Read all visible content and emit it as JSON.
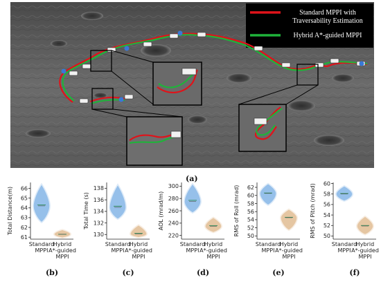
{
  "scene": {
    "legend": [
      {
        "line1": "Standard MPPI with",
        "line2": "Traversability Estimation",
        "color": "#e0131a"
      },
      {
        "line1": "Hybrid A*-guided MPPI",
        "line2": "",
        "color": "#1fb33a"
      }
    ],
    "caption": "(a)"
  },
  "chart_data": [
    {
      "type": "violin",
      "caption": "(b)",
      "ylabel": "Total Distance(m)",
      "categories": [
        "Standard\nMPPI",
        "Hybrid\nA*-guided\nMPPI"
      ],
      "yticks": [
        61,
        62,
        63,
        64,
        65,
        66
      ],
      "ylim": [
        60.8,
        66.6
      ],
      "series": [
        {
          "label": "Standard MPPI",
          "min": 62.6,
          "max": 66.3,
          "mean": 64.3,
          "median": 64.2,
          "color": "#7fb2e6"
        },
        {
          "label": "Hybrid A*-guided MPPI",
          "min": 61.0,
          "max": 61.7,
          "mean": 61.3,
          "median": 61.3,
          "color": "#e0b98d"
        }
      ]
    },
    {
      "type": "violin",
      "caption": "(c)",
      "ylabel": "Total Time (s)",
      "categories": [
        "Standard\nMPPI",
        "Hybrid\nA*-guided\nMPPI"
      ],
      "yticks": [
        130,
        132,
        134,
        136,
        138
      ],
      "ylim": [
        129.2,
        139.0
      ],
      "series": [
        {
          "label": "Standard MPPI",
          "min": 132.8,
          "max": 138.4,
          "mean": 134.9,
          "median": 134.7,
          "color": "#7fb2e6"
        },
        {
          "label": "Hybrid A*-guided MPPI",
          "min": 129.6,
          "max": 131.5,
          "mean": 130.2,
          "median": 130.1,
          "color": "#e0b98d"
        }
      ]
    },
    {
      "type": "violin",
      "caption": "(d)",
      "ylabel": "AOL (mrad/m)",
      "categories": [
        "Standard\nMPPI",
        "Hybrid\nA*-guided\nMPPI"
      ],
      "yticks": [
        220,
        240,
        260,
        280,
        300
      ],
      "ylim": [
        214,
        306
      ],
      "series": [
        {
          "label": "Standard MPPI",
          "min": 258,
          "max": 302,
          "mean": 277,
          "median": 275,
          "color": "#7fb2e6"
        },
        {
          "label": "Hybrid A*-guided MPPI",
          "min": 226,
          "max": 248,
          "mean": 236,
          "median": 235,
          "color": "#e0b98d"
        }
      ]
    },
    {
      "type": "violin",
      "caption": "(e)",
      "ylabel": "RMS of Roll (mrad)",
      "categories": [
        "Standard\nMPPI",
        "Hybrid\nA*-guided\nMPPI"
      ],
      "yticks": [
        50,
        52,
        54,
        56,
        58,
        60,
        62
      ],
      "ylim": [
        49.2,
        63.2
      ],
      "series": [
        {
          "label": "Standard MPPI",
          "min": 57.8,
          "max": 62.7,
          "mean": 60.6,
          "median": 60.5,
          "color": "#7fb2e6"
        },
        {
          "label": "Hybrid A*-guided MPPI",
          "min": 51.6,
          "max": 56.4,
          "mean": 54.6,
          "median": 54.5,
          "color": "#e0b98d"
        }
      ]
    },
    {
      "type": "violin",
      "caption": "(f)",
      "ylabel": "RMS of Pitch (mrad)",
      "categories": [
        "Standard\nMPPI",
        "Hybrid\nA*-guided\nMPPI"
      ],
      "yticks": [
        50,
        52,
        54,
        56,
        58,
        60
      ],
      "ylim": [
        49.4,
        60.2
      ],
      "series": [
        {
          "label": "Standard MPPI",
          "min": 56.8,
          "max": 59.4,
          "mean": 58.1,
          "median": 58.0,
          "color": "#7fb2e6"
        },
        {
          "label": "Hybrid A*-guided MPPI",
          "min": 50.4,
          "max": 53.6,
          "mean": 52.0,
          "median": 51.9,
          "color": "#e0b98d"
        }
      ]
    }
  ]
}
